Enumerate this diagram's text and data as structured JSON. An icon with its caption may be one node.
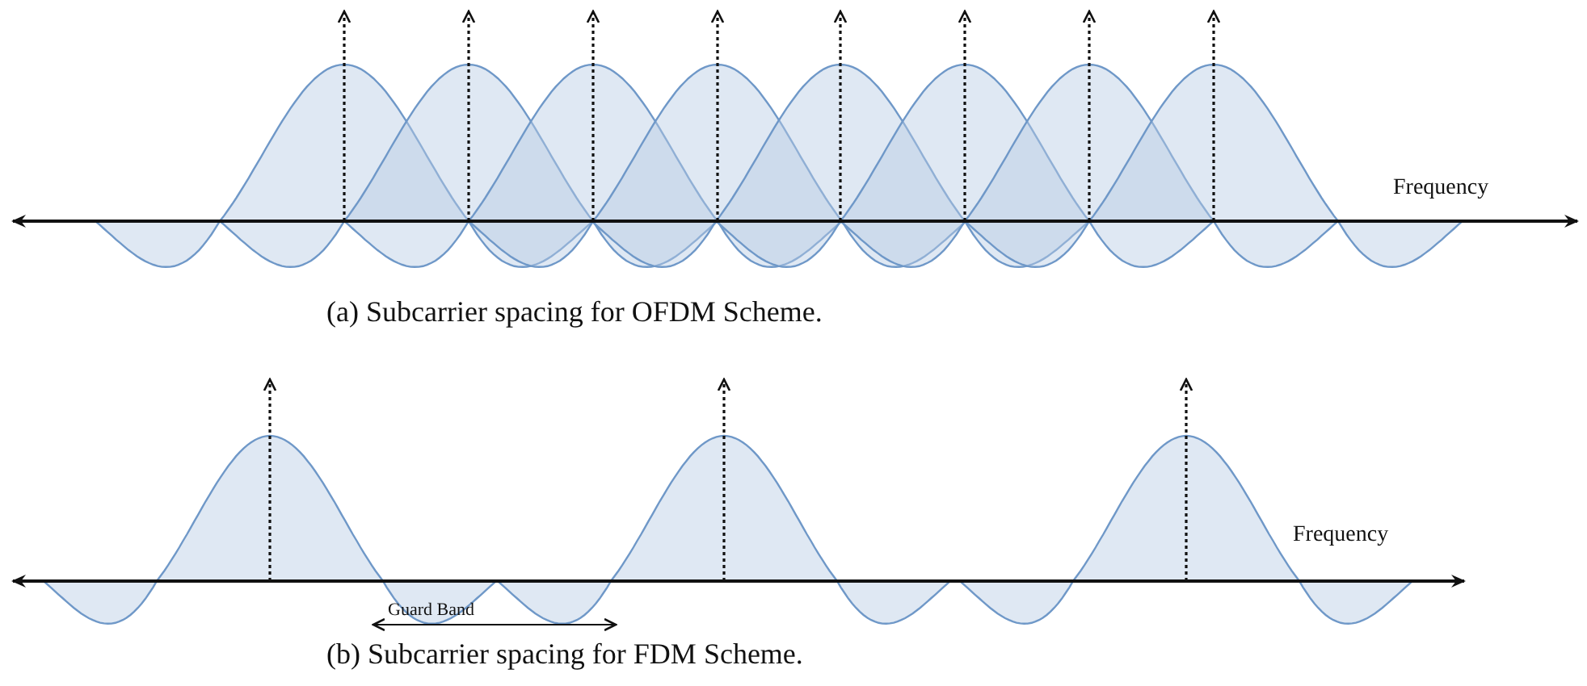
{
  "diagram": {
    "labels": [
      "Frequency",
      "(a) Subcarrier spacing for OFDM Scheme.",
      "Frequency",
      "Guard Band",
      "(b) Subcarrier spacing for FDM Scheme."
    ]
  }
}
